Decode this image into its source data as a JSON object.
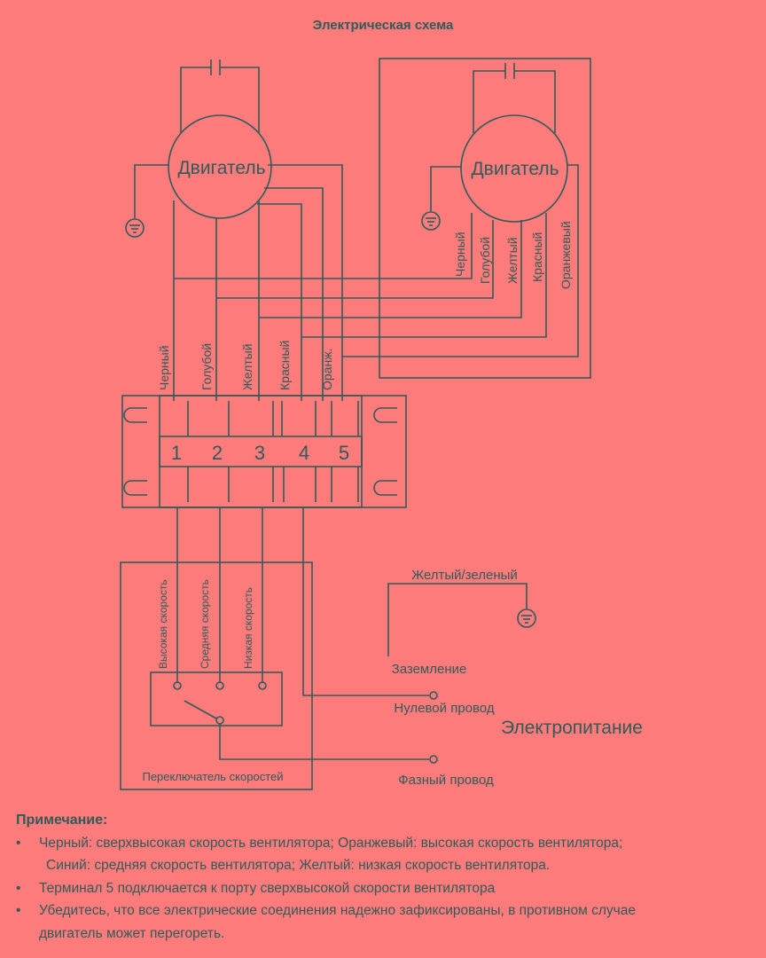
{
  "title": "Электрическая схема",
  "motor_left": {
    "label": "Двигатель"
  },
  "motor_right": {
    "label": "Двигатель",
    "wires": [
      "Черный",
      "Голубой",
      "Желтый",
      "Красный",
      "Оранжевый"
    ]
  },
  "terminal_wires": [
    "Черный",
    "Голубой",
    "Желтый",
    "Красный",
    "Оранж."
  ],
  "terminal_numbers": [
    "1",
    "2",
    "3",
    "4",
    "5"
  ],
  "switch": {
    "speeds": [
      "Высокая скорость",
      "Средняя скорость",
      "Низкая скорость"
    ],
    "label": "Переключатель скоростей"
  },
  "power": {
    "ground_wire": "Желтый/зеленый",
    "ground": "Заземление",
    "neutral": "Нулевой провод",
    "title": "Электропитание",
    "phase": "Фазный провод"
  },
  "notes": {
    "title": "Примечание:",
    "items": [
      "Черный: сверхвысокая скорость вентилятора; Оранжевый: высокая скорость вентилятора;",
      "Терминал 5 подключается к порту сверхвысокой скорости вентилятора",
      "Убедитесь, что все электрические соединения надежно зафиксированы, в противном случае"
    ],
    "item1_cont": "Синий: средняя скорость вентилятора; Желтый: низкая скорость вентилятора.",
    "item3_cont": "двигатель может перегореть.",
    "bullet": "•"
  },
  "colors": {
    "background": "#fe7b7b",
    "line": "#2e5c5a"
  }
}
